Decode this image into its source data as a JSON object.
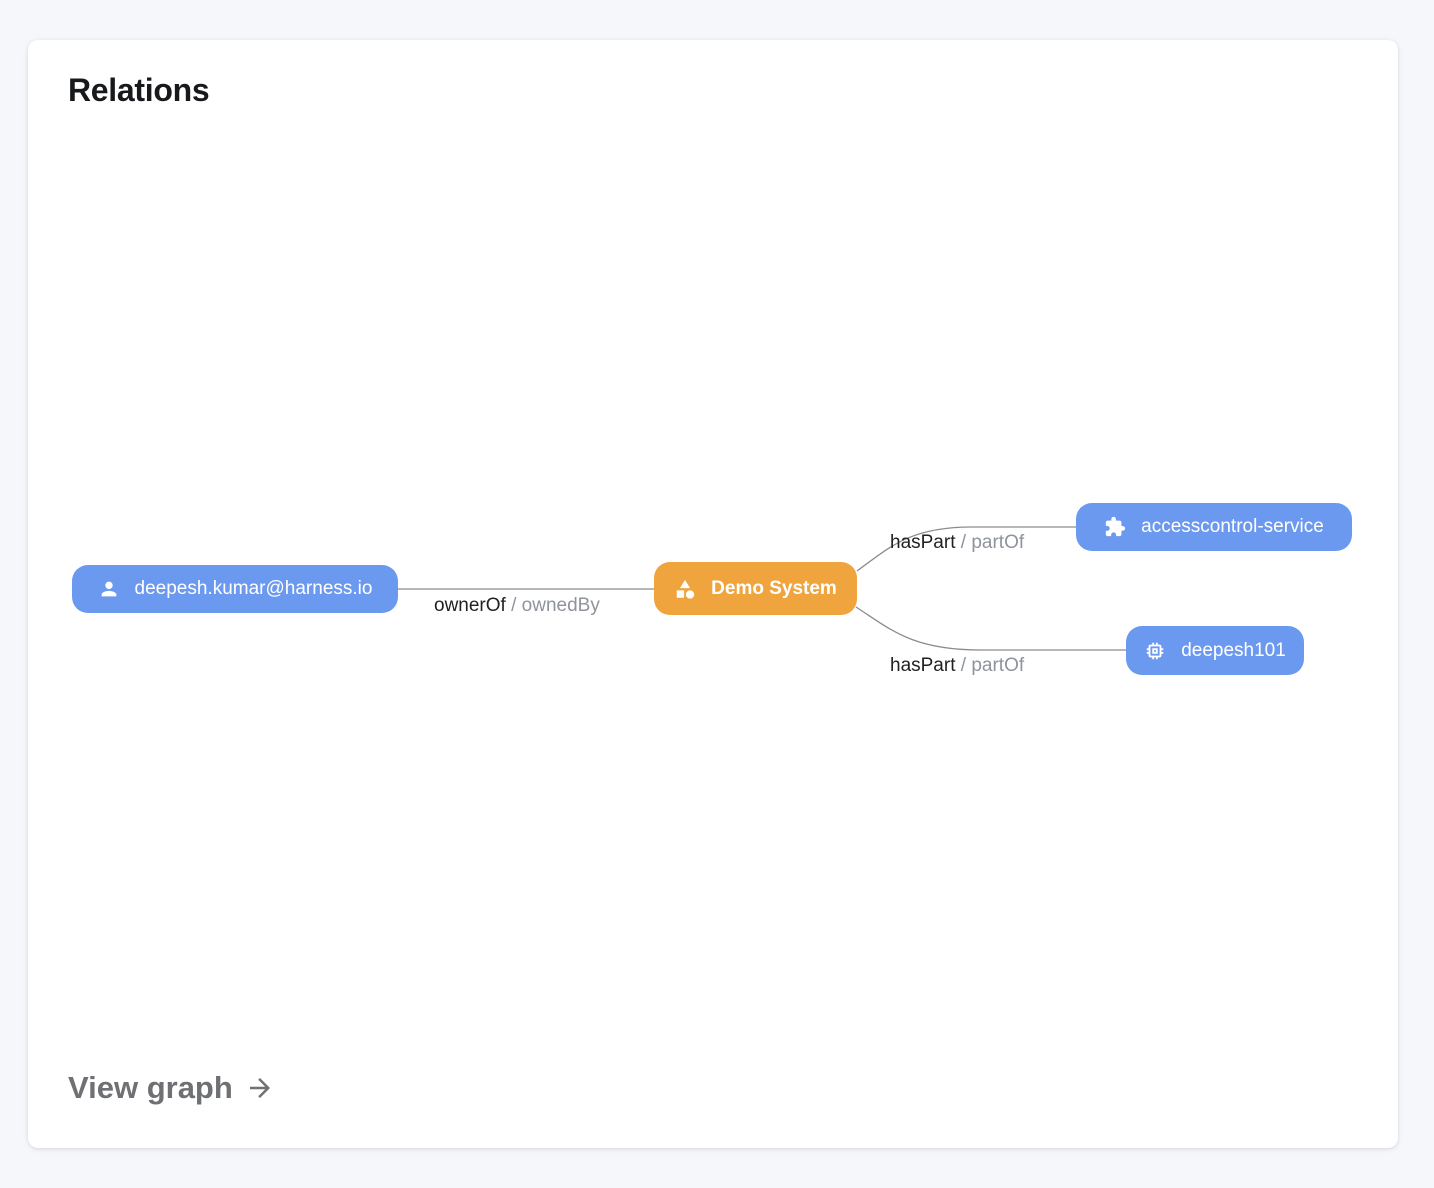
{
  "card": {
    "title": "Relations",
    "footer": {
      "label": "View graph",
      "icon": "arrow-right-icon"
    }
  },
  "graph": {
    "nodes": [
      {
        "id": "user-deepesh-kumar",
        "label": "deepesh.kumar@harness.io",
        "icon": "person-icon",
        "color": "#6C99F0",
        "text_color": "#FFFFFF"
      },
      {
        "id": "system-demo-system",
        "label": "Demo System",
        "icon": "category-icon",
        "color": "#EFA43D",
        "text_color": "#FFFFFF"
      },
      {
        "id": "service-accesscontrol",
        "label": "accesscontrol-service",
        "icon": "puzzle-icon",
        "color": "#6C99F0",
        "text_color": "#FFFFFF"
      },
      {
        "id": "component-deepesh101",
        "label": "deepesh101",
        "icon": "memory-icon",
        "color": "#6C99F0",
        "text_color": "#FFFFFF"
      }
    ],
    "edges": [
      {
        "from": "deepesh.kumar@harness.io",
        "to": "Demo System",
        "label_primary": "ownerOf",
        "label_secondary": "/ ownedBy"
      },
      {
        "from": "Demo System",
        "to": "accesscontrol-service",
        "label_primary": "hasPart",
        "label_secondary": "/ partOf"
      },
      {
        "from": "Demo System",
        "to": "deepesh101",
        "label_primary": "hasPart",
        "label_secondary": "/ partOf"
      }
    ],
    "edge_color": "#8C8C8C"
  },
  "colors": {
    "page_background": "#F5F7FB",
    "card_background": "#FFFFFF",
    "node_blue": "#6C99F0",
    "node_orange": "#EFA43D",
    "title_text": "#17191C",
    "edge_line": "#8C8C8C",
    "edge_label_secondary": "#8F939C",
    "footer_text": "#6E7073"
  }
}
